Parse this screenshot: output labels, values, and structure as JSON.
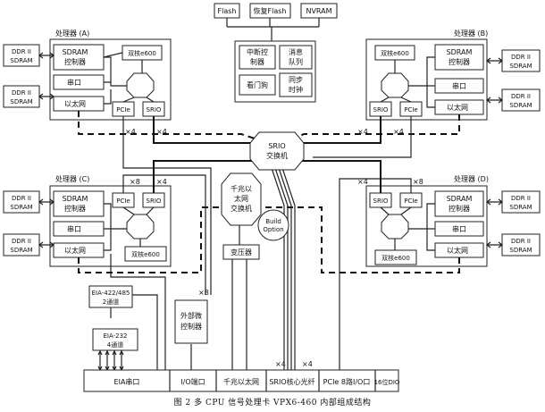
{
  "caption": "图 2 多 CPU 信号处理卡 VPX6-460 内部组成结构",
  "top": {
    "flash": "Flash",
    "restore_flash": "恢复Flash",
    "nvram": "NVRAM",
    "interrupt_controller": [
      "中断控",
      "制器"
    ],
    "message_queue": [
      "消息",
      "队列"
    ],
    "watchdog": "看门狗",
    "sync_clock": [
      "同步",
      "时钟"
    ]
  },
  "processors": {
    "a": {
      "title": "处理器 (A)",
      "sdram_ctrl": [
        "SDRAM",
        "控制器"
      ],
      "serial": "串口",
      "ethernet": "以太网",
      "core": "双核e600",
      "pcie": "PCIe",
      "srio": "SRIO"
    },
    "b": {
      "title": "处理器 (B)",
      "sdram_ctrl": [
        "SDRAM",
        "控制器"
      ],
      "serial": "串口",
      "ethernet": "以太网",
      "core": "双核e600",
      "pcie": "PCIe",
      "srio": "SRIO"
    },
    "c": {
      "title": "处理器 (C)",
      "sdram_ctrl": [
        "SDRAM",
        "控制器"
      ],
      "serial": "串口",
      "ethernet": "以太网",
      "core": "双核e600",
      "pcie": "PCIe",
      "srio": "SRIO"
    },
    "d": {
      "title": "处理器 (D)",
      "sdram_ctrl": [
        "SDRAM",
        "控制器"
      ],
      "serial": "串口",
      "ethernet": "以太网",
      "core": "双核e600",
      "pcie": "PCIe",
      "srio": "SRIO"
    }
  },
  "memory": [
    "DDR II",
    "SDRAM"
  ],
  "srio_switch": [
    "SRIO",
    "交换机"
  ],
  "gbe_switch": [
    "千兆以",
    "太网",
    "交换机"
  ],
  "build_option": [
    "Build",
    "Option"
  ],
  "transformer": "变压器",
  "ext_micro": [
    "外部微",
    "控制器"
  ],
  "eia422": [
    "EIA-422/485",
    "2通道"
  ],
  "eia232": [
    "EIA-232",
    "4通道"
  ],
  "multipliers": {
    "x4": "×4",
    "x8": "×8"
  },
  "bottom_bar": [
    "EIA串口",
    "I/O端口",
    "千兆以太网",
    "SRIO核心光纤",
    "PCIe 8路I/O口",
    "16位DIO"
  ]
}
